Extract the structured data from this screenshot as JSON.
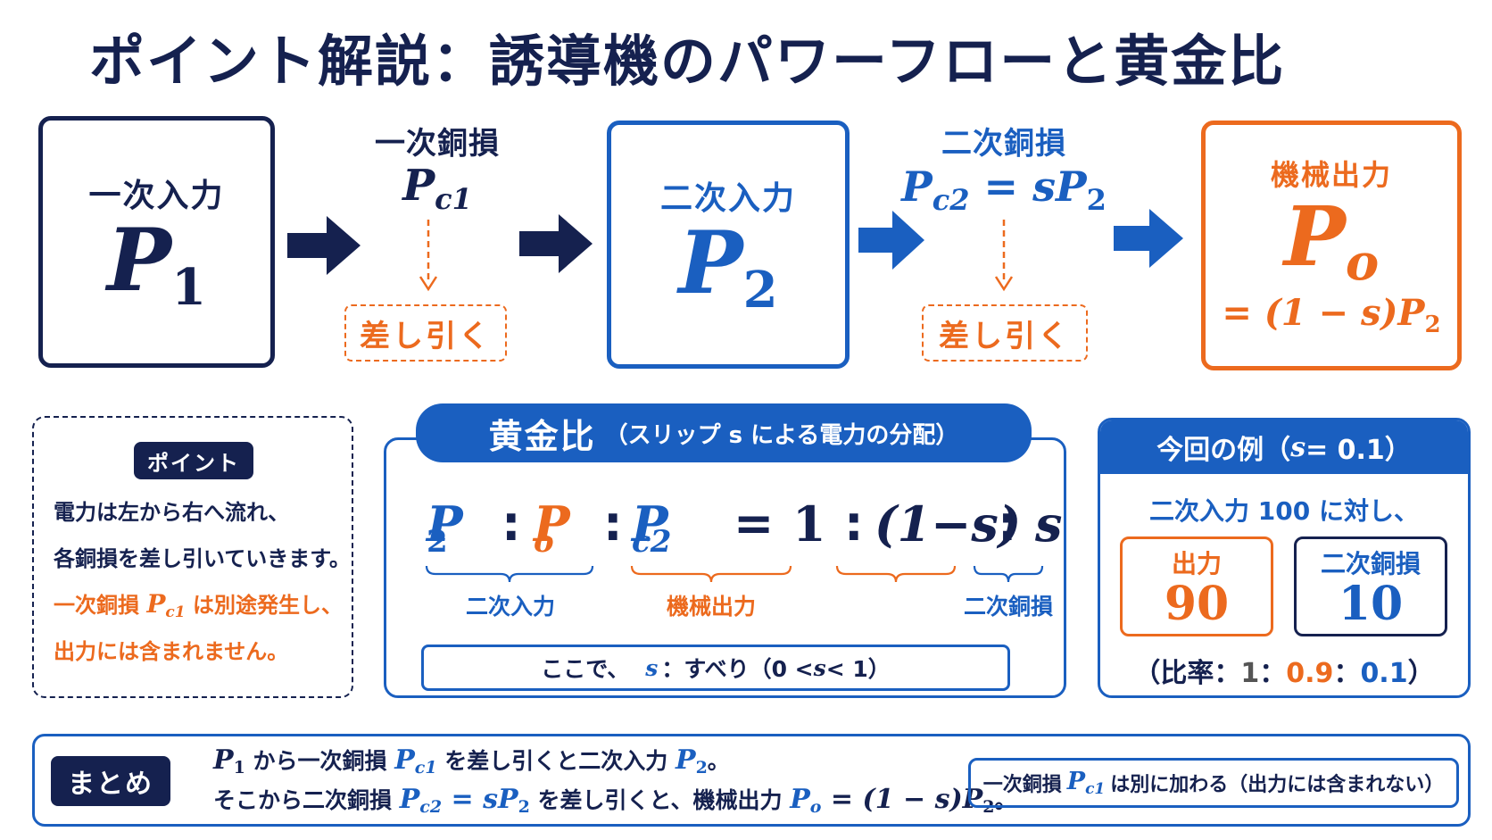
{
  "title": "ポイント解説：誘導機のパワーフローと黄金比",
  "flow": {
    "p1": {
      "label": "一次入力",
      "sym": "P",
      "sub": "1"
    },
    "loss1": {
      "label": "一次銅損",
      "sym": "P",
      "sub": "c1",
      "action": "差し引く"
    },
    "p2": {
      "label": "二次入力",
      "sym": "P",
      "sub": "2"
    },
    "loss2": {
      "label": "二次銅損",
      "sym": "P",
      "sub": "c2",
      "eq": " = sP",
      "eq_sub": "2",
      "action": "差し引く"
    },
    "po": {
      "label": "機械出力",
      "sym": "P",
      "sub": "o",
      "formula": "= (1 − s)P",
      "formula_sub": "2"
    }
  },
  "point": {
    "badge": "ポイント",
    "line1": "電力は左から右へ流れ、",
    "line2": "各銅損を差し引いていきます。",
    "line3a": "一次銅損 ",
    "line3sym": "P",
    "line3sub": "c1",
    "line3b": " は別途発生し、",
    "line4": "出力には含まれません。"
  },
  "golden": {
    "title": "黄金比",
    "subtitle": "（スリップ s による電力の分配）",
    "ratio": {
      "p2": "P",
      "p2_sub": "2",
      "colon": ":",
      "po": "P",
      "po_sub": "o",
      "pc2": "P",
      "pc2_sub": "c2",
      "eq": "=",
      "one": "1",
      "one_minus_s": "(1−s)",
      "s": "s"
    },
    "braces": {
      "a": "二次入力",
      "b": "機械出力",
      "d": "二次銅損"
    },
    "note_a": "ここで、",
    "note_s": "s",
    "note_b": "：すべり（0 < ",
    "note_s2": "s",
    "note_c": " < 1）"
  },
  "example": {
    "header": "今回の例（",
    "header_s": "s",
    "header_rest": " = 0.1）",
    "line": "二次入力 100 に対し、",
    "out_label": "出力",
    "out_value": "90",
    "loss_label": "二次銅損",
    "loss_value": "10",
    "ratio_pre": "（比率：",
    "ratio_1": "1",
    "ratio_sep1": "：",
    "ratio_09": "0.9",
    "ratio_sep2": "：",
    "ratio_01": "0.1",
    "ratio_post": "）"
  },
  "summary": {
    "badge": "まとめ",
    "l1_p1": "P",
    "l1_p1_sub": "1",
    "l1_a": " から一次銅損 ",
    "l1_pc1": "P",
    "l1_pc1_sub": "c1",
    "l1_b": " を差し引くと二次入力 ",
    "l1_p2": "P",
    "l1_p2_sub": "2",
    "l1_c": "。",
    "l2_a": "そこから二次銅損 ",
    "l2_pc2": "P",
    "l2_pc2_sub": "c2",
    "l2_eq": " = sP",
    "l2_eq_sub": "2",
    "l2_b": " を差し引くと、機械出力 ",
    "l2_po": "P",
    "l2_po_sub": "o",
    "l2_eq2": " = (1 − s)P",
    "l2_eq2_sub": "2",
    "l2_c": "。",
    "note_a": "一次銅損",
    "note_sym": "P",
    "note_sub": "c1",
    "note_b": "は別に加わる（出力には含まれない）"
  },
  "colors": {
    "navy": "#15214f",
    "blue": "#1a5fc0",
    "orange": "#ec6a1e"
  }
}
